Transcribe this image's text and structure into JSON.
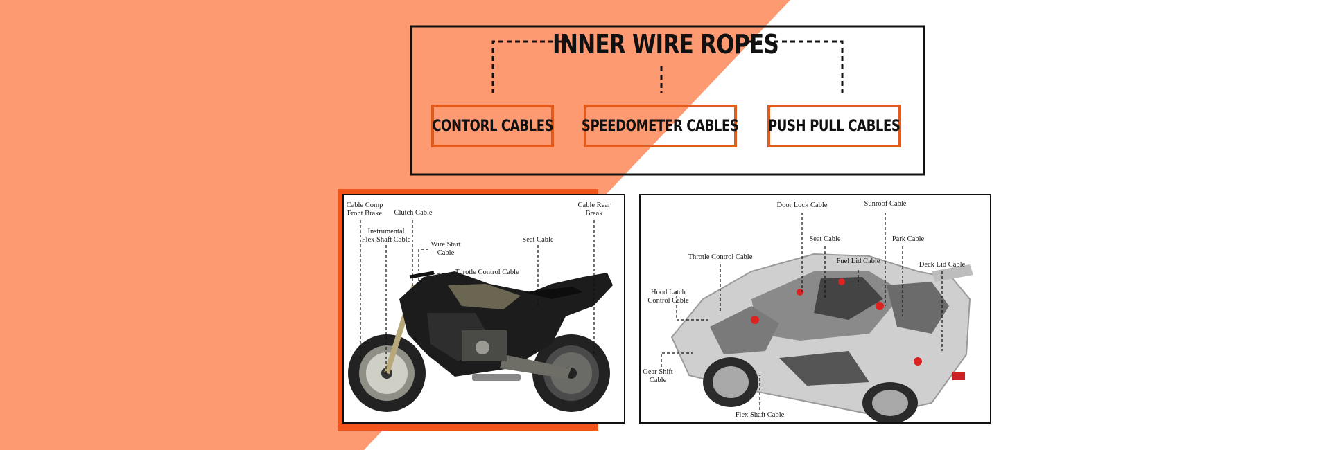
{
  "colors": {
    "accent_bg": "#fd9a72",
    "accent_orange": "#e25a1c",
    "accent_block": "#f2541b",
    "frame": "#111111"
  },
  "diagram": {
    "title": "INNER WIRE ROPES",
    "categories": [
      {
        "label": "CONTORL CABLES"
      },
      {
        "label": "SPEEDOMETER CABLES"
      },
      {
        "label": "PUSH PULL CABLES"
      }
    ]
  },
  "motorcycle": {
    "labels": [
      {
        "text": "Cable Comp\nFront Brake"
      },
      {
        "text": "Clutch Cable"
      },
      {
        "text": "Instrumental\nFlex Shaft Cable"
      },
      {
        "text": "Wire Start\nCable"
      },
      {
        "text": "Throtle Control Cable"
      },
      {
        "text": "Seat Cable"
      },
      {
        "text": "Cable Rear\nBreak"
      }
    ]
  },
  "car": {
    "labels": [
      {
        "text": "Door Lock Cable"
      },
      {
        "text": "Sunroof Cable"
      },
      {
        "text": "Seat Cable"
      },
      {
        "text": "Park Cable"
      },
      {
        "text": "Throtle Control Cable"
      },
      {
        "text": "Fuel Lid Cable"
      },
      {
        "text": "Deck Lid Cable"
      },
      {
        "text": "Hood Latch\nControl Cable"
      },
      {
        "text": "Gear Shift\nCable"
      },
      {
        "text": "Flex Shaft Cable"
      }
    ]
  }
}
